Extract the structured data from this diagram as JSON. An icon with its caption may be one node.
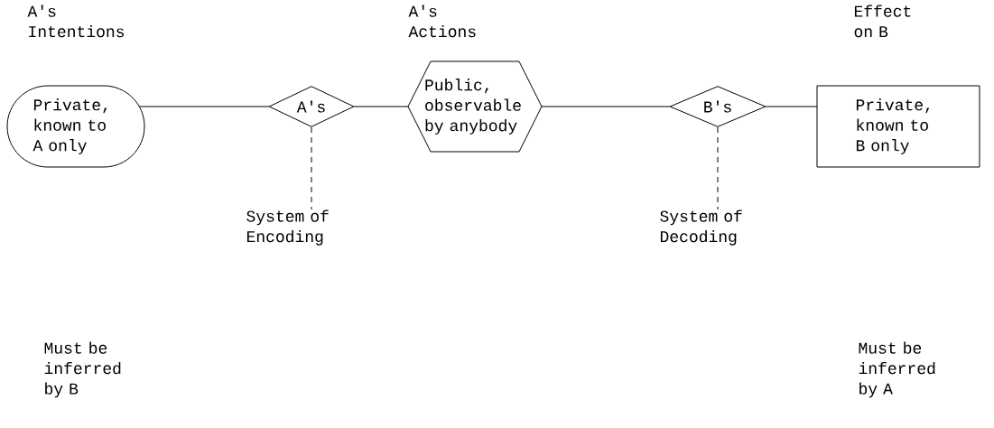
{
  "diagram": {
    "nodes": [
      {
        "text": [
          "A's Intentions",
          "Private, known to A only"
        ]
      },
      {
        "text": [
          "A's"
        ]
      },
      {
        "text": [
          "A's Actions",
          "Public, observable by anybody"
        ]
      },
      {
        "text": [
          "B's"
        ]
      },
      {
        "text": [
          "Effect on B",
          "Private, known to B only"
        ]
      },
      {
        "text": [
          "System of Encoding"
        ]
      },
      {
        "text": [
          "System of Decoding"
        ]
      }
    ],
    "edges": [
      {
        "from": 0,
        "to": 1,
        "arrow": "none"
      },
      {
        "from": 1,
        "to": 2,
        "arrow": "none"
      },
      {
        "from": 2,
        "to": 3,
        "arrow": "none"
      },
      {
        "from": 3,
        "to": 4,
        "arrow": "none"
      },
      {
        "from": 1,
        "to": 5,
        "arrow": "none",
        "style": "dashed"
      },
      {
        "from": 3,
        "to": 6,
        "arrow": "none",
        "style": "dashed"
      }
    ],
    "labels": [
      "Must be inferred by B",
      "Must be inferred by A"
    ]
  }
}
